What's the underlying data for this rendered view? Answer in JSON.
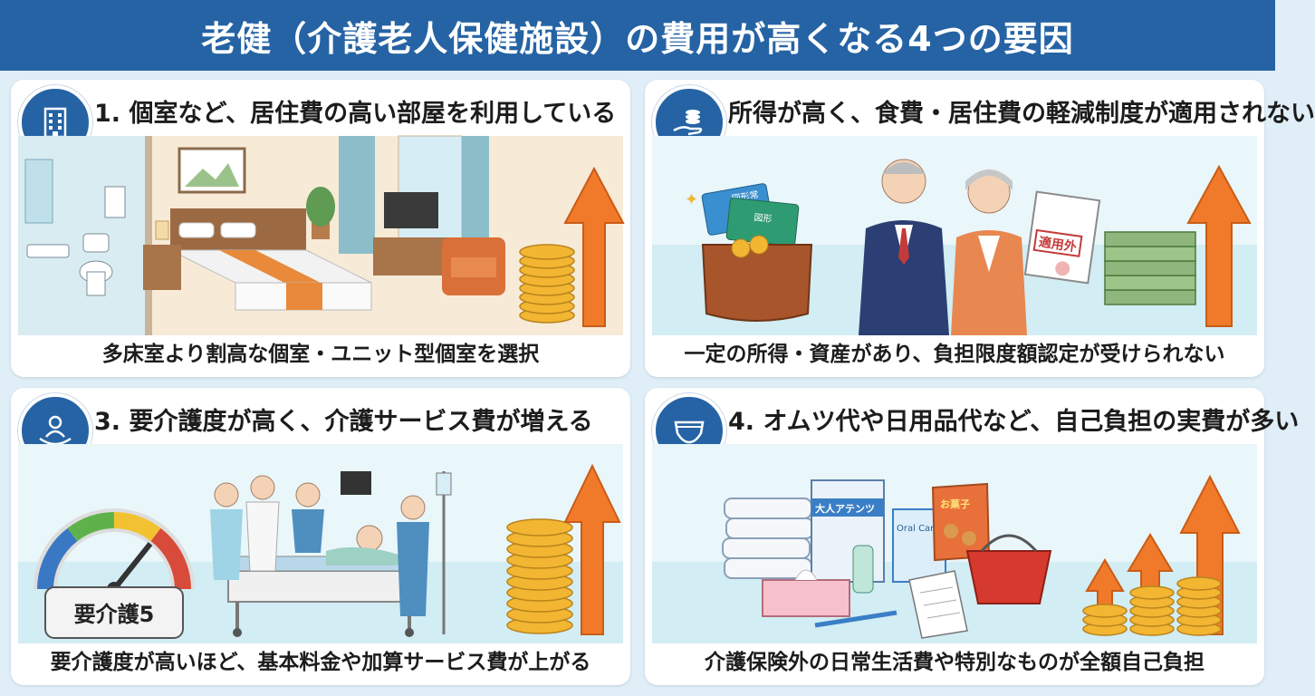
{
  "header": {
    "title": "老健（介護老人保健施設）の費用が高くなる4つの要因"
  },
  "factors": [
    {
      "title": "1. 個室など、居住費の高い部屋を利用している",
      "caption": "多床室より割高な個室・ユニット型個室を選択",
      "icon": "building-icon"
    },
    {
      "title": "所得が高く、食費・居住費の軽減制度が適用されない",
      "caption": "一定の所得・資産があり、負担限度額認定が受けられない",
      "icon": "coins-hand-icon",
      "illustration": {
        "card_label_1": "図形常",
        "card_label_2": "図形",
        "document_stamp": "適用外"
      }
    },
    {
      "title": "3. 要介護度が高く、介護サービス費が増える",
      "caption": "要介護度が高いほど、基本料金や加算サービス費が上がる",
      "icon": "care-person-icon",
      "illustration": {
        "gauge_label": "要介護5"
      }
    },
    {
      "title": "4. オムツ代や日用品代など、自己負担の実費が多い",
      "caption": "介護保険外の日常生活費や特別なものが全額自己負担",
      "icon": "diaper-icon",
      "illustration": {
        "diaper_pack_label": "大人アテンツ",
        "oral_care_label": "Oral Care",
        "snack_label": "お菓子"
      }
    }
  ],
  "colors": {
    "banner": "#2563a4",
    "arrow": "#f07a2a",
    "coin": "#f2b632",
    "bill": "#8fb77d",
    "background": "#dfeef7"
  }
}
